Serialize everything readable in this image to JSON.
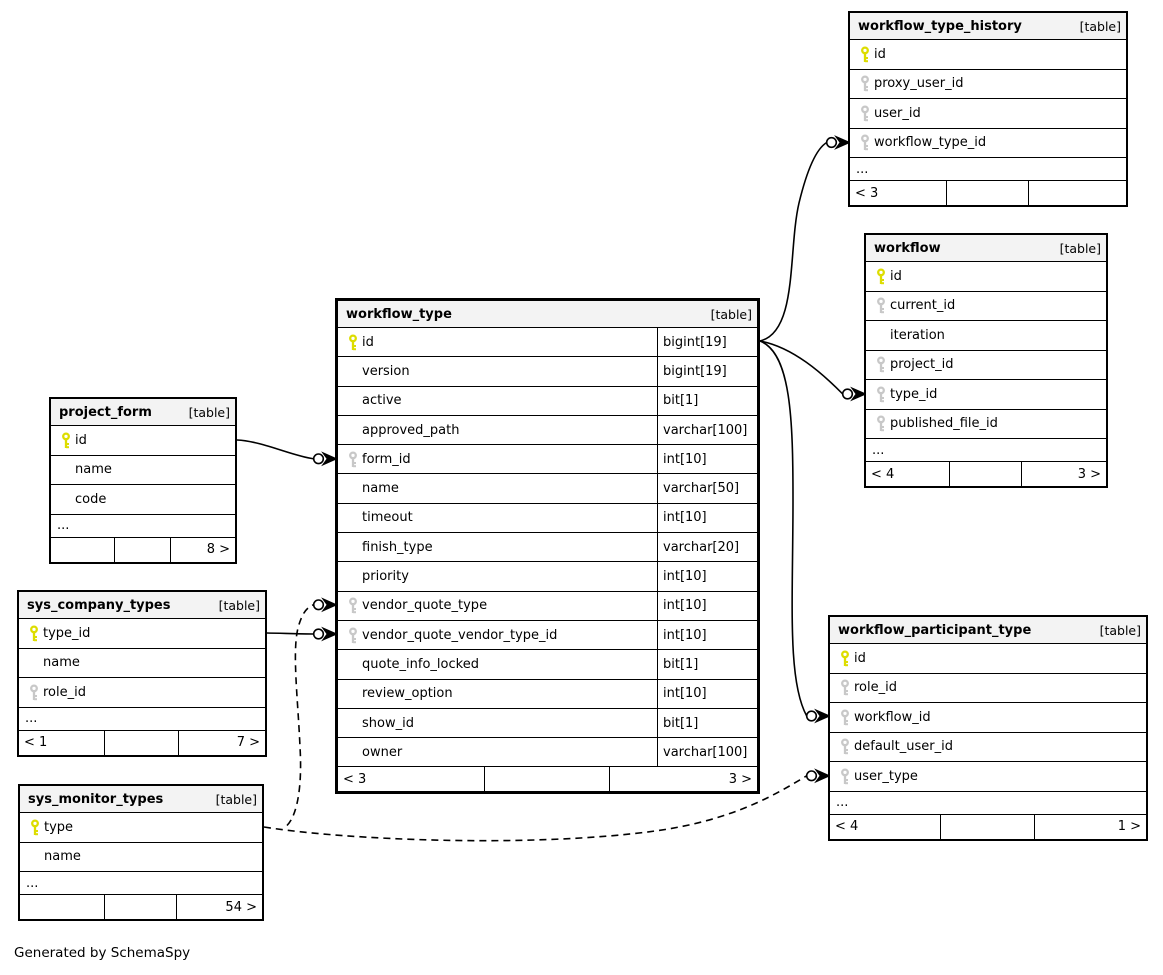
{
  "diagram": {
    "caption": "Generated by SchemaSpy"
  },
  "colors": {
    "primary_key": "#dddd00",
    "foreign_key": "#c8c8c8",
    "header_bg": "#f3f3f3",
    "border": "#000000"
  },
  "icons": {
    "primary_key": "key-icon (yellow)",
    "foreign_key": "key-icon (gray)"
  },
  "tables": [
    {
      "name": "workflow_type_history",
      "badge": "[table]",
      "columns": [
        {
          "name": "id",
          "key": "pk"
        },
        {
          "name": "proxy_user_id",
          "key": "fk"
        },
        {
          "name": "user_id",
          "key": "fk"
        },
        {
          "name": "workflow_type_id",
          "key": "fk"
        }
      ],
      "more_marker": "...",
      "footer_left": "< 3",
      "footer_right": ""
    },
    {
      "name": "workflow",
      "badge": "[table]",
      "columns": [
        {
          "name": "id",
          "key": "pk"
        },
        {
          "name": "current_id",
          "key": "fk"
        },
        {
          "name": "iteration",
          "key": null
        },
        {
          "name": "project_id",
          "key": "fk"
        },
        {
          "name": "type_id",
          "key": "fk"
        },
        {
          "name": "published_file_id",
          "key": "fk"
        }
      ],
      "more_marker": "...",
      "footer_left": "< 4",
      "footer_right": "3 >"
    },
    {
      "name": "workflow_type",
      "badge": "[table]",
      "columns": [
        {
          "name": "id",
          "key": "pk",
          "type": "bigint[19]"
        },
        {
          "name": "version",
          "key": null,
          "type": "bigint[19]"
        },
        {
          "name": "active",
          "key": null,
          "type": "bit[1]"
        },
        {
          "name": "approved_path",
          "key": null,
          "type": "varchar[100]"
        },
        {
          "name": "form_id",
          "key": "fk",
          "type": "int[10]"
        },
        {
          "name": "name",
          "key": null,
          "type": "varchar[50]"
        },
        {
          "name": "timeout",
          "key": null,
          "type": "int[10]"
        },
        {
          "name": "finish_type",
          "key": null,
          "type": "varchar[20]"
        },
        {
          "name": "priority",
          "key": null,
          "type": "int[10]"
        },
        {
          "name": "vendor_quote_type",
          "key": "fk",
          "type": "int[10]"
        },
        {
          "name": "vendor_quote_vendor_type_id",
          "key": "fk",
          "type": "int[10]"
        },
        {
          "name": "quote_info_locked",
          "key": null,
          "type": "bit[1]"
        },
        {
          "name": "review_option",
          "key": null,
          "type": "int[10]"
        },
        {
          "name": "show_id",
          "key": null,
          "type": "bit[1]"
        },
        {
          "name": "owner",
          "key": null,
          "type": "varchar[100]"
        }
      ],
      "footer_left": "< 3",
      "footer_right": "3 >"
    },
    {
      "name": "project_form",
      "badge": "[table]",
      "columns": [
        {
          "name": "id",
          "key": "pk"
        },
        {
          "name": "name",
          "key": null
        },
        {
          "name": "code",
          "key": null
        }
      ],
      "more_marker": "...",
      "footer_left": "",
      "footer_right": "8 >"
    },
    {
      "name": "sys_company_types",
      "badge": "[table]",
      "columns": [
        {
          "name": "type_id",
          "key": "pk"
        },
        {
          "name": "name",
          "key": null
        },
        {
          "name": "role_id",
          "key": "fk"
        }
      ],
      "more_marker": "...",
      "footer_left": "< 1",
      "footer_right": "7 >"
    },
    {
      "name": "sys_monitor_types",
      "badge": "[table]",
      "columns": [
        {
          "name": "type",
          "key": "pk"
        },
        {
          "name": "name",
          "key": null
        }
      ],
      "more_marker": "...",
      "footer_left": "",
      "footer_right": "54 >"
    },
    {
      "name": "workflow_participant_type",
      "badge": "[table]",
      "columns": [
        {
          "name": "id",
          "key": "pk"
        },
        {
          "name": "role_id",
          "key": "fk"
        },
        {
          "name": "workflow_id",
          "key": "fk"
        },
        {
          "name": "default_user_id",
          "key": "fk"
        },
        {
          "name": "user_type",
          "key": "fk"
        }
      ],
      "more_marker": "...",
      "footer_left": "< 4",
      "footer_right": "1 >"
    }
  ],
  "relationships": [
    {
      "parent": "project_form.id",
      "child": "workflow_type.form_id",
      "style": "solid"
    },
    {
      "parent": "sys_company_types.type_id",
      "child": "workflow_type.vendor_quote_vendor_type_id",
      "style": "solid"
    },
    {
      "parent": "sys_monitor_types.type",
      "child": "workflow_type.vendor_quote_type",
      "style": "dashed"
    },
    {
      "parent": "sys_monitor_types.type",
      "child": "workflow_participant_type.user_type",
      "style": "dashed"
    },
    {
      "parent": "workflow_type.id",
      "child": "workflow_type_history.workflow_type_id",
      "style": "solid"
    },
    {
      "parent": "workflow_type.id",
      "child": "workflow.type_id",
      "style": "solid"
    },
    {
      "parent": "workflow_type.id",
      "child": "workflow_participant_type.workflow_id",
      "style": "solid"
    }
  ]
}
